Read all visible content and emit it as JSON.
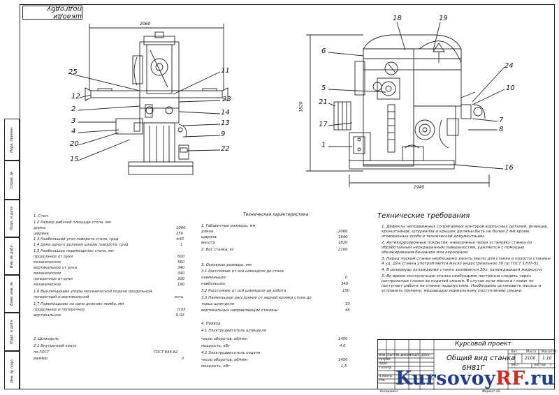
{
  "stamp_top": "шкаоди подгодбу",
  "left_view": {
    "dim_width": "2060",
    "positions": [
      {
        "n": "25"
      },
      {
        "n": "12"
      },
      {
        "n": "2"
      },
      {
        "n": "3"
      },
      {
        "n": "4"
      },
      {
        "n": "20"
      },
      {
        "n": "15"
      },
      {
        "n": "11"
      },
      {
        "n": "23"
      },
      {
        "n": "14"
      },
      {
        "n": "13"
      },
      {
        "n": "9"
      },
      {
        "n": "22"
      }
    ]
  },
  "right_view": {
    "dim_height": "1820",
    "dim_width": "1940",
    "positions": [
      {
        "n": "18"
      },
      {
        "n": "19"
      },
      {
        "n": "6"
      },
      {
        "n": "5"
      },
      {
        "n": "21"
      },
      {
        "n": "17"
      },
      {
        "n": "1"
      },
      {
        "n": "24"
      },
      {
        "n": "10"
      },
      {
        "n": "7"
      },
      {
        "n": "8"
      },
      {
        "n": "16"
      }
    ]
  },
  "spec_left": {
    "rows": [
      {
        "t": "1. Стол",
        "v": ""
      },
      {
        "t": "1.2 Размер рабочей площади стола, мм",
        "v": ""
      },
      {
        "t": "     длина",
        "v": "1000"
      },
      {
        "t": "     ширина",
        "v": "250"
      },
      {
        "t": "1.3 Наибольший угол поворота стола, град",
        "v": "±45"
      },
      {
        "t": "1.4 Цена одного деления шкалы поворота, град",
        "v": "1"
      },
      {
        "t": "1.5 Наибольшее перемещение стола, мм",
        "v": ""
      },
      {
        "t": "     продольное от руки",
        "v": "600"
      },
      {
        "t": "     механическое",
        "v": "560"
      },
      {
        "t": "     вертикальное от руки",
        "v": "340"
      },
      {
        "t": "     механическое",
        "v": "340"
      },
      {
        "t": "     поперечное от руки",
        "v": "200"
      },
      {
        "t": "     механическое",
        "v": "190"
      },
      {
        "t": "1.6 Выключающие упоры механической подачи продольной,",
        "v": ""
      },
      {
        "t": "     поперечной и вертикальной",
        "v": "есть"
      },
      {
        "t": "1.7 Перемещение на одно деление лимба, мм",
        "v": ""
      },
      {
        "t": "     продольное и поперечное",
        "v": "0,05"
      },
      {
        "t": "     вертикальное",
        "v": "0,02"
      },
      {
        "t": "",
        "v": ""
      },
      {
        "t": "2. Шпиндель",
        "v": ""
      },
      {
        "t": "2.1 Внутренний конус",
        "v": ""
      },
      {
        "t": "     по ГОСТ",
        "v": "ГОСТ 836-62"
      },
      {
        "t": "     размер",
        "v": "II"
      }
    ]
  },
  "spec_mid": {
    "heading": "Техническая характеристика",
    "rows": [
      {
        "t": "1. Габаритные размеры, мм",
        "v": ""
      },
      {
        "t": "     длина",
        "v": "2060"
      },
      {
        "t": "     ширина",
        "v": "1940"
      },
      {
        "t": "     высота",
        "v": "1820"
      },
      {
        "t": "2. Вес станка, кг",
        "v": "2100"
      },
      {
        "t": "",
        "v": ""
      },
      {
        "t": "3. Основные размеры, мм",
        "v": ""
      },
      {
        "t": "3.1 Расстояние от оси шпинделя до стола",
        "v": ""
      },
      {
        "t": "     наименьшее",
        "v": "0"
      },
      {
        "t": "     наибольшее",
        "v": "340"
      },
      {
        "t": "3.2 Расстояние от оси шпинделя до хобота",
        "v": "150"
      },
      {
        "t": "3.3 Наименьшее расстояние от задней кромки стола до",
        "v": ""
      },
      {
        "t": "     торца шпинделя",
        "v": "10"
      },
      {
        "t": "     вертикальных направляющих станины",
        "v": "45"
      },
      {
        "t": "",
        "v": ""
      },
      {
        "t": "4. Привод",
        "v": ""
      },
      {
        "t": "4.1 Электродвигатель шпинделя",
        "v": ""
      },
      {
        "t": "     число оборотов, об/мин",
        "v": "1450"
      },
      {
        "t": "     мощность, кВт",
        "v": "4,0"
      },
      {
        "t": "4.2 Электродвигатель подачи",
        "v": ""
      },
      {
        "t": "     число оборотов, об/мин",
        "v": "1450"
      },
      {
        "t": "     мощность, кВт",
        "v": "1,5"
      }
    ]
  },
  "requirements": {
    "heading": "Технические требования",
    "items": [
      "1. Дефекты неподвижных сопрягаемых контуров корпусных деталей, фланцев, кронштейнов, штурвалов и крышек должны быть не более 2 мм кроме оговоренных особо в технической документации.",
      "2. Антикоррозионные покрытия, нанесенные через установку станка по обработанным неокрашенным поверхностям, удаляются с помощью обезжиривания бензином или керосином.",
      "3. Перед пуском станка необходимо залить масло для станка в полости станины 4 уд. Для станка употребляется масло индустриальное 30 по ГОСТ 1707-51.",
      "4. В резервуар охлаждения станка заливается 30л. охлаждающей жидкости.",
      "5. Во время эксплуатации станка необходимо постоянно следить через контрольные глазки за подачей смазки. В случае если масло в глазок не поступает работа на станке недопустима. Необходимо остановить насосы и устранить причину, мешающую нормальному поступлению смазки."
    ]
  },
  "title_block": {
    "course": "Курсовой проект",
    "name_line1": "Общий вид станка",
    "name_line2": "6Н81Г",
    "col_izm": "Изм",
    "col_list": "Лист",
    "col_doc": "№ докум.",
    "col_sign": "Подп.",
    "col_date": "Дата",
    "row_dev": "Разраб.",
    "row_check": "Пров.",
    "row_tcontrol": "Т.контр.",
    "row_ncontrol": "Н.контр.",
    "row_approve": "Утв.",
    "lit_label": "Лит.",
    "mass_label": "Масса",
    "scale_label": "Масштаб",
    "mass": "2100",
    "scale": "1:10",
    "sheet_label": "Лист",
    "sheets_label": "Листов",
    "sheets": "1",
    "copied": "Копировал",
    "format": "Формат   А2"
  },
  "side_strip": [
    "Перв. примен.",
    "Справ. №",
    "Подп. и дата",
    "Инв. № дубл.",
    "Взам. инв. №",
    "Подп. и дата",
    "Инв. № подл."
  ],
  "watermark": {
    "main": "KursovoyRF",
    "tld": ".ru",
    "prefix": "Kursovoy",
    "rf": "RF"
  }
}
